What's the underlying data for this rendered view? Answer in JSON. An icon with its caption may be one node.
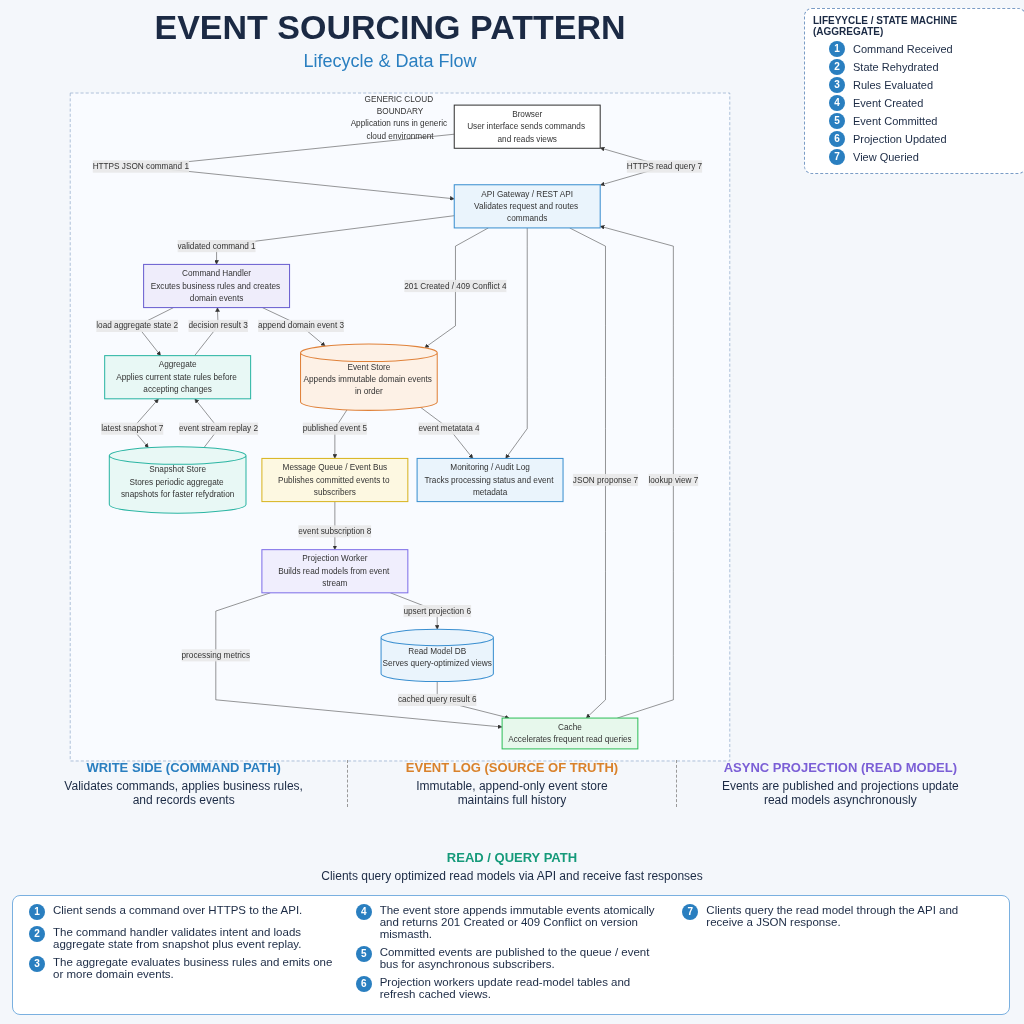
{
  "diagram": {
    "title": "EVENT SOURCING PATTERN",
    "nodes": [
      {
        "text": [
          "GENERIC CLOUD BOUNDARY",
          "Application runs in generic cloud environment"
        ]
      },
      {
        "text": [
          "Browser",
          "User interface sends commands and reads views"
        ],
        "in": 0
      },
      {
        "text": [
          "API Gateway / REST API",
          "Validates request and routes commands"
        ],
        "in": 0
      },
      {
        "text": [
          "Command Handler",
          "Excutes business rules and creates domain events"
        ],
        "in": 0
      },
      {
        "text": [
          "Aggregate",
          "Applies current state rules before accepting changes"
        ],
        "in": 0
      },
      {
        "text": [
          "Snapshot Store",
          "Stores periodic aggregate snapshots for faster refydration"
        ],
        "in": 0
      },
      {
        "text": [
          "Event Store",
          "Appends immutable domain events in order"
        ],
        "in": 0
      },
      {
        "text": [
          "Message Queue / Event Bus",
          "Publishes committed events to subscribers"
        ],
        "in": 0
      },
      {
        "text": [
          "Projection Worker",
          "Builds read models from event stream"
        ],
        "in": 0
      },
      {
        "text": [
          "Monitoring / Audit Log",
          "Tracks processing status and event metadata"
        ],
        "in": 0
      },
      {
        "text": [
          "Cache",
          "Accelerates frequent read queries"
        ],
        "in": 0
      },
      {
        "text": [
          "Read Model DB",
          "Serves query-optimized views"
        ],
        "in": 0
      }
    ],
    "edges": [
      {
        "from": 1,
        "to": 2,
        "arrow": "to",
        "label": "HTTPS JSON command 1"
      },
      {
        "from": 2,
        "to": 1,
        "arrow": "both",
        "label": "HTTPS read query 7"
      },
      {
        "from": 2,
        "to": 3,
        "arrow": "to",
        "label": "validated command 1"
      },
      {
        "from": 3,
        "to": 4,
        "arrow": "to",
        "label": "load aggregate state 2"
      },
      {
        "from": 4,
        "to": 3,
        "arrow": "to",
        "label": "decision result 3"
      },
      {
        "from": 4,
        "to": 5,
        "arrow": "both",
        "label": "latest snapshot 7"
      },
      {
        "from": 5,
        "to": 4,
        "arrow": "to",
        "label": "event stream replay 2"
      },
      {
        "from": 3,
        "to": 6,
        "arrow": "to",
        "label": "append domain event 3"
      },
      {
        "from": 2,
        "to": 6,
        "arrow": "to",
        "label": "201 Created / 409 Conflict 4"
      },
      {
        "from": 6,
        "to": 7,
        "arrow": "to",
        "label": "published event 5"
      },
      {
        "from": 7,
        "to": 8,
        "arrow": "to",
        "label": "event subscription 8"
      },
      {
        "from": 6,
        "to": 9,
        "arrow": "to",
        "label": "event metatata 4"
      },
      {
        "from": 8,
        "to": 11,
        "arrow": "to",
        "label": "upsert projection 6"
      },
      {
        "from": 8,
        "to": 10,
        "arrow": "to",
        "label": "processing metrics"
      },
      {
        "from": 11,
        "to": 10,
        "arrow": "to",
        "label": "cached query result 6"
      },
      {
        "from": 10,
        "to": 2,
        "arrow": "to",
        "label": "lookup view 7"
      },
      {
        "from": 2,
        "to": 10,
        "arrow": "to",
        "label": "JSON proponse 7"
      },
      {
        "from": 2,
        "to": 9,
        "arrow": "to"
      }
    ],
    "labels": [
      "Lifecycle & Data Flow",
      "LIFEYYCLE / STATE MACHINE (AGGREGATE)",
      "1",
      "Command Received",
      "2",
      "State Rehydrated",
      "3",
      "Rules Evaluated",
      "4",
      "Event Created",
      "5",
      "Event Committed",
      "6",
      "Projection Updated",
      "7",
      "View Queried",
      "WRITE SIDE (COMMAND PATH)",
      "Validates commands, applies business rules, and records events",
      "EVENT LOG (SOURCE OF TRUTH)",
      "Immutable, append-only event store maintains full history",
      "ASYNC PROJECTION (READ MODEL)",
      "Events are published and projections update read models asynchronously",
      "READ / QUERY PATH",
      "Clients query optimized read models via API and receive fast responses",
      "1",
      "Client sends a command over HTTPS to the API.",
      "2",
      "The command handler validates intent and loads aggregate state from snapshot plus event replay.",
      "3",
      "The aggregate evaluates business rules and emits one or more domain events.",
      "4",
      "The event store appends immutable events atomically and returns 201 Created or 409 Conflict on version mismasth.",
      "5",
      "Committed events are published to the queue / event bus for asynchronous subscribers.",
      "6",
      "Projection workers update read-model tables and refresh cached views.",
      "7",
      "Clients query the read model through the API and receive a JSON response."
    ]
  }
}
